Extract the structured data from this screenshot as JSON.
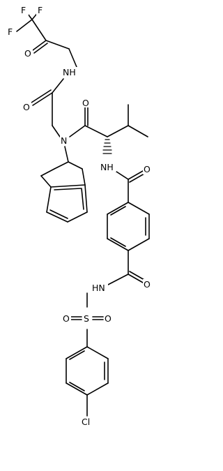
{
  "molecule": {
    "atom_labels": {
      "f_top_left": "F",
      "f_top_right": "F",
      "f_mid": "F",
      "o_ketone": "O",
      "nh_amide1": "NH",
      "o_amide1": "O",
      "n_tertiary": "N",
      "o_amide2": "O",
      "nh_amide2": "NH",
      "o_benzamide": "O",
      "o_acylsulfonamide": "O",
      "hn_sulfonamide": "HN",
      "o_sulfonyl_left": "O",
      "s_sulfonyl": "S",
      "o_sulfonyl_right": "O",
      "cl": "Cl"
    }
  }
}
